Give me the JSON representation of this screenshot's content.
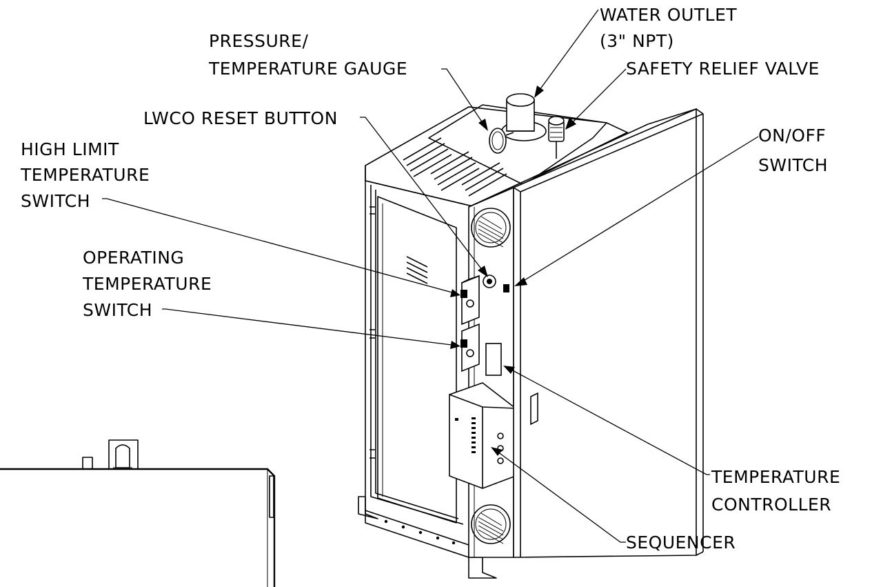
{
  "labels": {
    "water_outlet_1": "WATER OUTLET",
    "water_outlet_2": "(3\" NPT)",
    "pressure_gauge_1": "PRESSURE/",
    "pressure_gauge_2": "TEMPERATURE GAUGE",
    "safety_relief_valve": "SAFETY RELIEF VALVE",
    "lwco_reset_button": "LWCO RESET BUTTON",
    "on_off_switch_1": "ON/OFF",
    "on_off_switch_2": "SWITCH",
    "high_limit_1": "HIGH LIMIT",
    "high_limit_2": "TEMPERATURE",
    "high_limit_3": "SWITCH",
    "operating_temp_1": "OPERATING",
    "operating_temp_2": "TEMPERATURE",
    "operating_temp_3": "SWITCH",
    "temperature_controller_1": "TEMPERATURE",
    "temperature_controller_2": "CONTROLLER",
    "sequencer": "SEQUENCER"
  }
}
